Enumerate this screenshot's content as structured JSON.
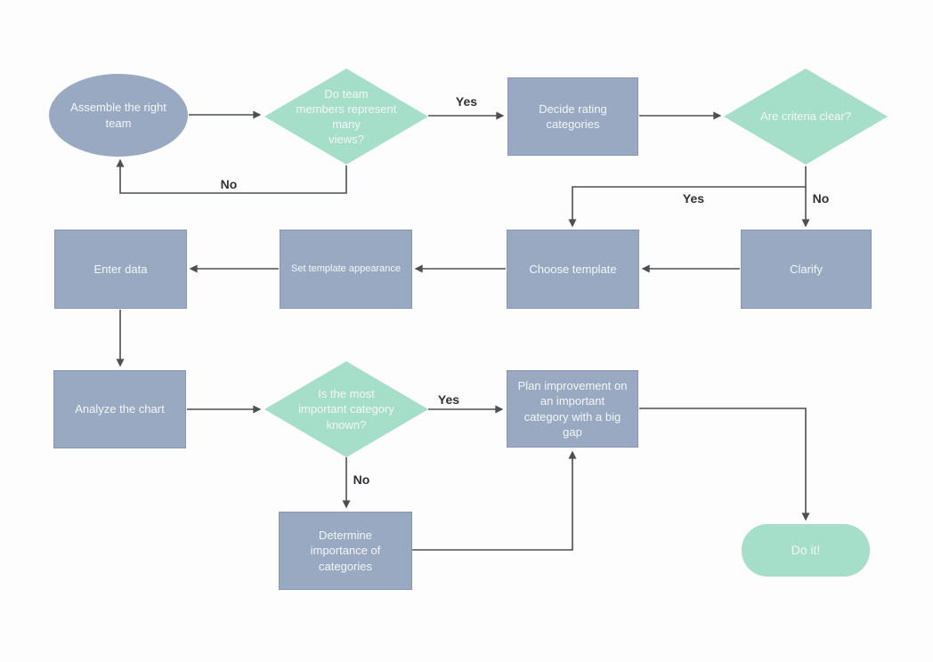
{
  "colors": {
    "process_fill": "#99a9c1",
    "decision_fill": "#a6dfc9",
    "terminal_fill": "#a6dfc9",
    "node_text": "#f4f6f8",
    "connector": "#4c5053",
    "edge_label_text": "#2f3234",
    "background": "#fdfdfd"
  },
  "nodes": {
    "assemble": {
      "shape": "ellipse",
      "label": "Assemble the right\nteam"
    },
    "d1": {
      "shape": "diamond",
      "label": "Do team\nmembers represent\nmany\nviews?"
    },
    "decide": {
      "shape": "rect",
      "label": "Decide rating\ncategories"
    },
    "d2": {
      "shape": "diamond",
      "label": "Are criteria clear?"
    },
    "enter": {
      "shape": "rect",
      "label": "Enter data"
    },
    "set_template": {
      "shape": "rect",
      "label": "Set template appearance"
    },
    "choose": {
      "shape": "rect",
      "label": "Choose template"
    },
    "clarify": {
      "shape": "rect",
      "label": "Clarify"
    },
    "analyze": {
      "shape": "rect",
      "label": "Analyze the chart"
    },
    "d3": {
      "shape": "diamond",
      "label": "Is the most\nimportant category\nknown?"
    },
    "plan": {
      "shape": "rect",
      "label": "Plan improvement on\nan important\ncategory with a big\ngap"
    },
    "determine": {
      "shape": "rect",
      "label": "Determine\nimportance of\ncategories"
    },
    "do_it": {
      "shape": "terminal",
      "label": "Do it!"
    }
  },
  "edge_labels": {
    "d1_yes": "Yes",
    "d1_no": "No",
    "d2_yes": "Yes",
    "d2_no": "No",
    "d3_yes": "Yes",
    "d3_no": "No"
  }
}
